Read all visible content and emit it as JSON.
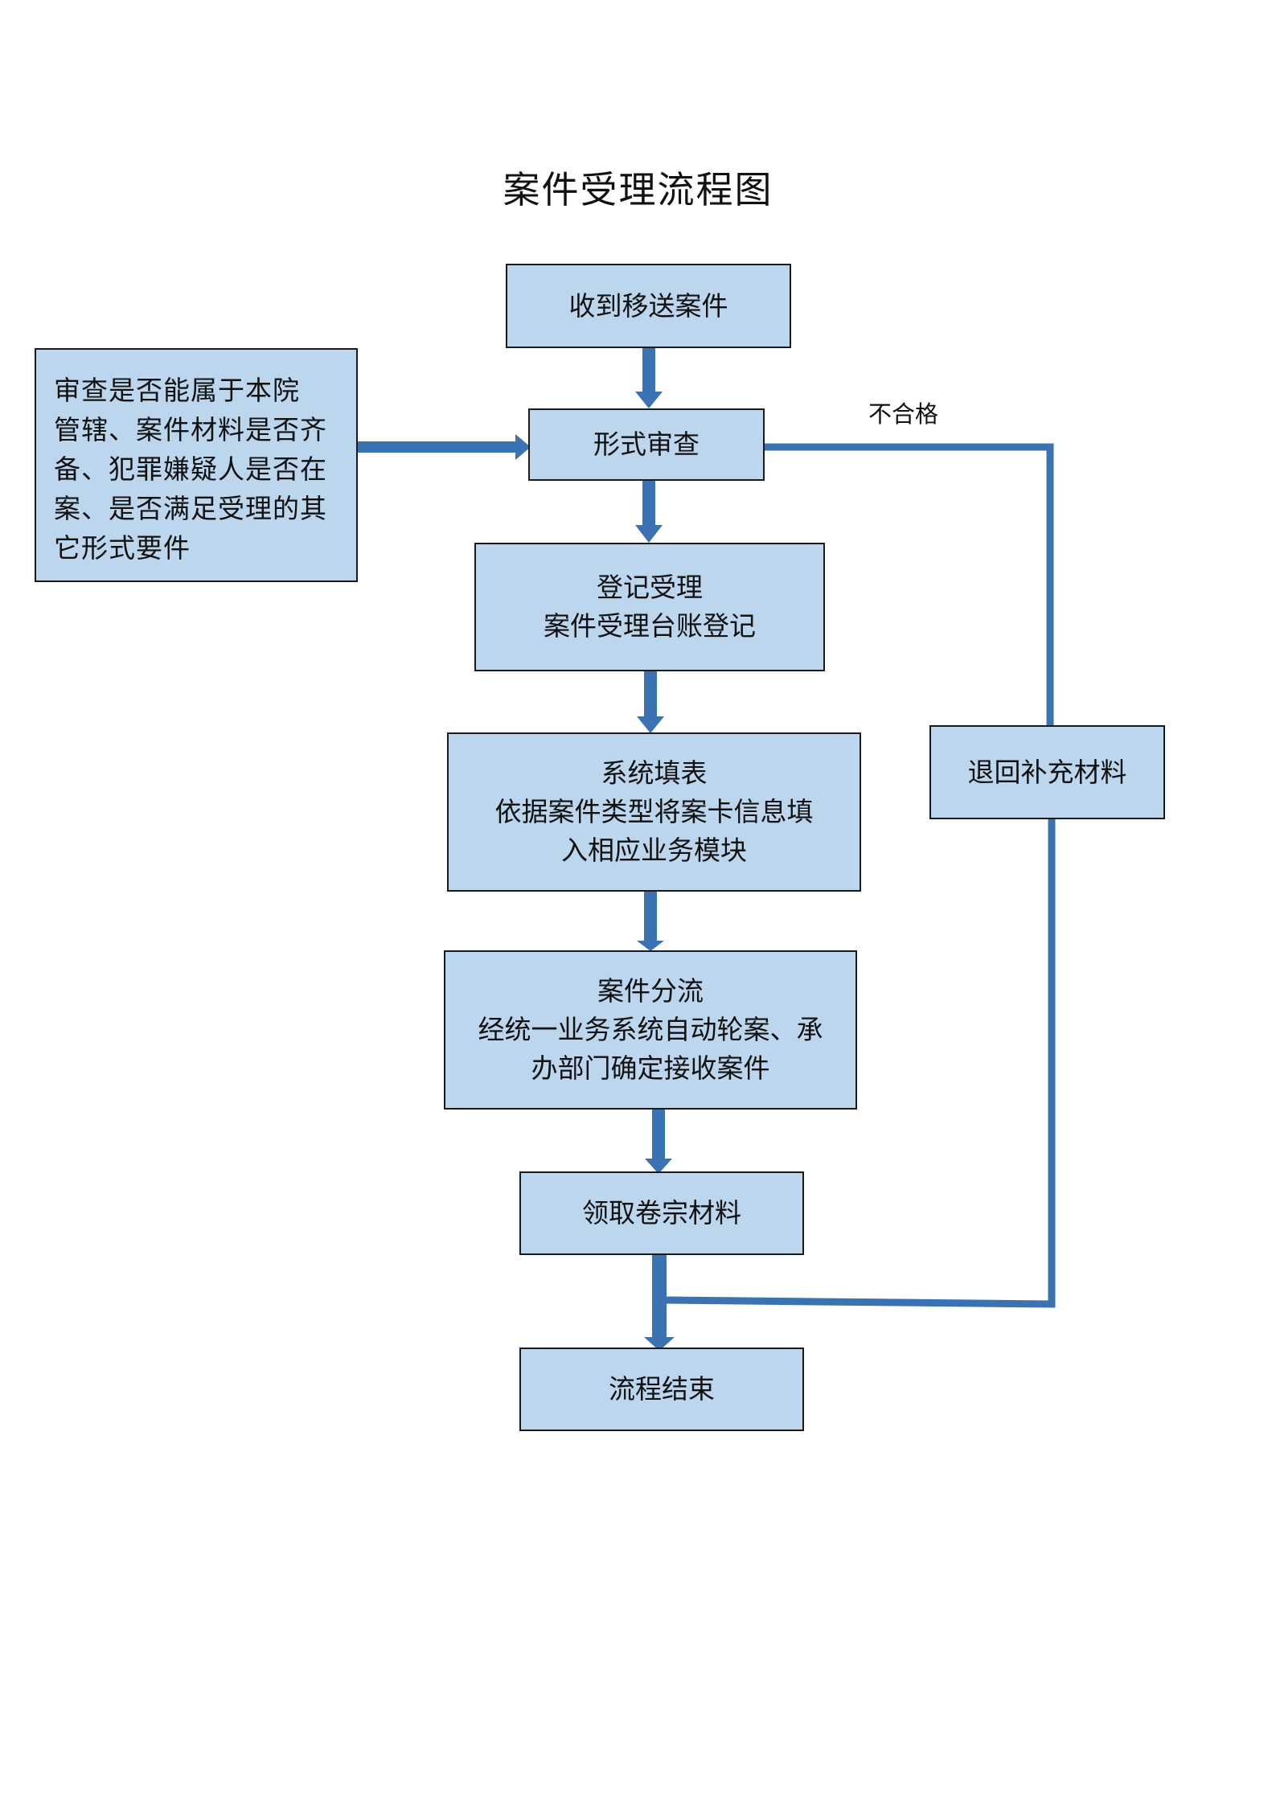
{
  "title": "案件受理流程图",
  "boxes": {
    "receive": {
      "title": "收到移送案件"
    },
    "form_review": {
      "title": "形式审查"
    },
    "register": {
      "title": "登记受理",
      "detail": "案件受理台账登记"
    },
    "system_fill": {
      "title": "系统填表",
      "detail_lines": [
        "依据案件类型将案卡信息填",
        "入相应业务模块"
      ]
    },
    "distribute": {
      "title": "案件分流",
      "detail_lines": [
        "经统一业务系统自动轮案、承",
        "办部门确定接收案件"
      ]
    },
    "collect": {
      "title": "领取卷宗材料"
    },
    "end": {
      "title": "流程结束"
    },
    "return": {
      "title": "退回补充材料"
    }
  },
  "review_note": {
    "lines": [
      "审查是否能属于本院",
      "管辖、案件材料是否齐",
      "备、犯罪嫌疑人是否在",
      "案、是否满足受理的其",
      "它形式要件"
    ]
  },
  "edge_labels": {
    "unqualified": "不合格"
  },
  "colors": {
    "box_fill": "#bcd6ee",
    "connector": "#3a72b4",
    "border": "#1a1a1a"
  }
}
